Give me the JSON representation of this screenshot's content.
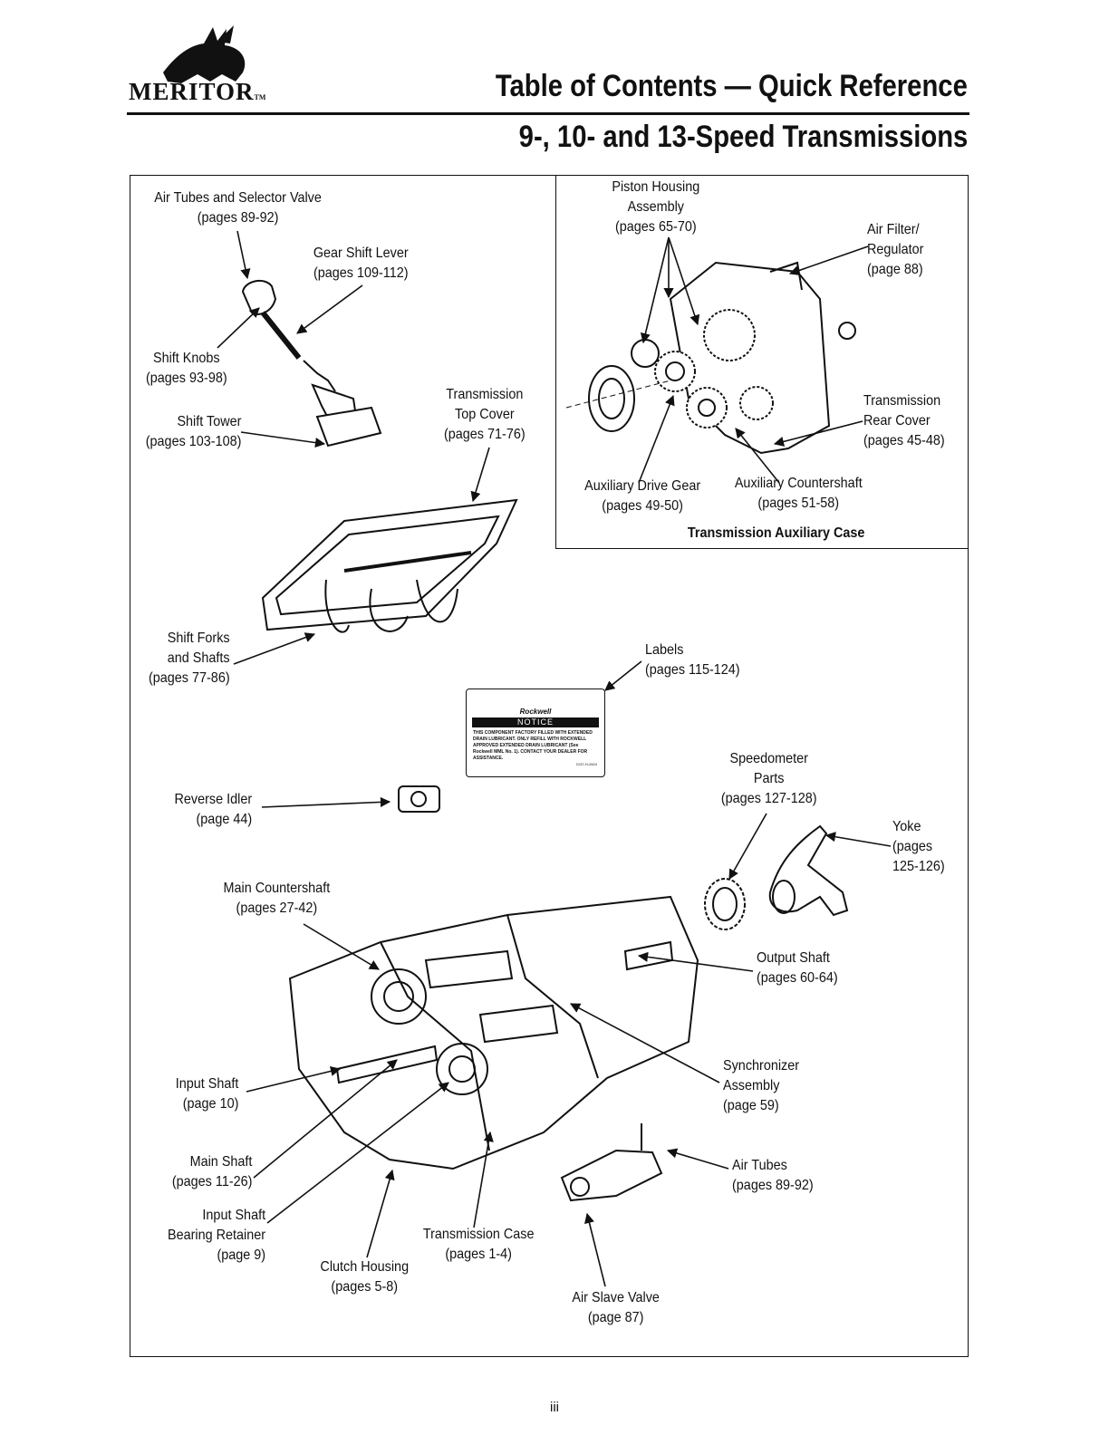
{
  "header": {
    "logo_text": "MERITOR",
    "logo_tm": "TM",
    "title": "Table of Contents — Quick Reference",
    "subtitle": "9-, 10- and 13-Speed Transmissions"
  },
  "callouts": {
    "air_tubes_selector": [
      "Air Tubes and Selector Valve",
      "(pages 89-92)"
    ],
    "gear_shift_lever": [
      "Gear Shift Lever",
      "(pages 109-112)"
    ],
    "shift_knobs": [
      "Shift Knobs",
      "(pages 93-98)"
    ],
    "shift_tower": [
      "Shift Tower",
      "(pages 103-108)"
    ],
    "top_cover": [
      "Transmission",
      "Top Cover",
      "(pages 71-76)"
    ],
    "shift_forks": [
      "Shift Forks",
      "and Shafts",
      "(pages 77-86)"
    ],
    "labels": [
      "Labels",
      "(pages 115-124)"
    ],
    "reverse_idler": [
      "Reverse Idler",
      "(page 44)"
    ],
    "speedometer": [
      "Speedometer",
      "Parts",
      "(pages 127-128)"
    ],
    "yoke": [
      "Yoke",
      "(pages",
      "125-126)"
    ],
    "main_countershaft": [
      "Main Countershaft",
      "(pages 27-42)"
    ],
    "output_shaft": [
      "Output Shaft",
      "(pages 60-64)"
    ],
    "synchronizer": [
      "Synchronizer",
      "Assembly",
      "(page 59)"
    ],
    "input_shaft": [
      "Input Shaft",
      "(page 10)"
    ],
    "main_shaft": [
      "Main Shaft",
      "(pages 11-26)"
    ],
    "air_tubes": [
      "Air Tubes",
      "(pages 89-92)"
    ],
    "bearing_retainer": [
      "Input Shaft",
      "Bearing Retainer",
      "(page 9)"
    ],
    "transmission_case": [
      "Transmission Case",
      "(pages 1-4)"
    ],
    "clutch_housing": [
      "Clutch Housing",
      "(pages 5-8)"
    ],
    "air_slave_valve": [
      "Air Slave Valve",
      "(page 87)"
    ],
    "piston_housing": [
      "Piston Housing",
      "Assembly",
      "(pages 65-70)"
    ],
    "air_filter": [
      "Air Filter/",
      "Regulator",
      "(page 88)"
    ],
    "rear_cover": [
      "Transmission",
      "Rear Cover",
      "(pages 45-48)"
    ],
    "aux_drive_gear": [
      "Auxiliary Drive Gear",
      "(pages 49-50)"
    ],
    "aux_countershaft": [
      "Auxiliary Countershaft",
      "(pages 51-58)"
    ]
  },
  "inset_caption": "Transmission Auxiliary Case",
  "notice_label": {
    "brand": "Rockwell",
    "heading": "NOTICE",
    "body": "THIS COMPONENT FACTORY FILLED WITH EXTENDED DRAIN LUBRICANT. ONLY REFILL WITH ROCKWELL APPROVED EXTENDED DRAIN LUBRICANT (See Rockwell MML No. 1). CONTACT YOUR DEALER FOR ASSISTANCE.",
    "code": "2137-H-2624"
  },
  "page_number": "iii"
}
